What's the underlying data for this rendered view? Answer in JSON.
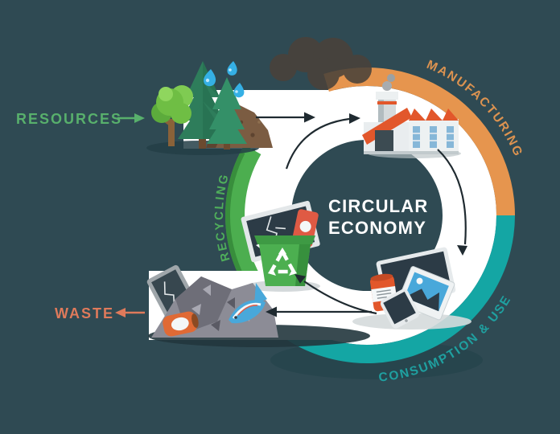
{
  "title": {
    "line1": "CIRCULAR",
    "line2": "ECONOMY"
  },
  "labels": {
    "resources": "RESOURCES",
    "waste": "WASTE",
    "recycling": "RECYCLING",
    "manufacturing": "MANUFACTURING",
    "consumption": "CONSUMPTION & USE"
  },
  "diagram": {
    "type": "cycle",
    "center_label": "CIRCULAR ECONOMY",
    "input": "RESOURCES",
    "output": "WASTE",
    "loop_stages": [
      "MANUFACTURING",
      "CONSUMPTION & USE",
      "RECYCLING"
    ],
    "flows": [
      "resources -> cycle",
      "cycle -> manufacturing",
      "manufacturing -> consumption-and-use",
      "consumption-and-use -> recycling",
      "cycle -> waste"
    ]
  },
  "colors": {
    "background": "#2F4A53",
    "ring_white": "#FFFFFF",
    "arc_manufacturing_orange": "#E6954E",
    "arc_consumption_teal": "#14A6A4",
    "arc_recycling_green": "#4CAE4F",
    "arc_recycling_dark_green": "#388E3C",
    "text_resources_green": "#58B06C",
    "text_recycling_green": "#4FAE5B",
    "text_waste_salmon": "#DF7A5B",
    "text_manufacturing_orange": "#DD9350",
    "text_consumption_teal": "#1FA0A0",
    "flow_arrow_dark": "#1F2A30"
  },
  "icons": {
    "trees": "trees-and-water-resources-icon",
    "factory": "factory-manufacturing-icon",
    "electronics": "consumer-electronics-icon",
    "bin": "recycle-bin-icon",
    "waste_pile": "waste-pile-icon",
    "smoke": "smoke-cloud-icon",
    "drops": "water-drops-icon"
  }
}
